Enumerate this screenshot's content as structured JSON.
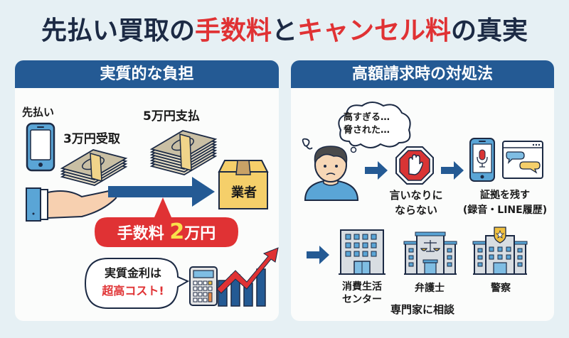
{
  "title": {
    "part1": "先払い買取の",
    "part2": "手数料",
    "part3": "と",
    "part4": "キャンセル料",
    "part5": "の真実"
  },
  "left_panel": {
    "header": "実質的な負担",
    "prepay_label": "先払い",
    "received_label": "3万円受取",
    "paid_label": "5万円支払",
    "vendor_label": "業者",
    "fee_bubble": {
      "prefix": "手数料",
      "amount": "2",
      "unit": "万円"
    },
    "interest_bubble": {
      "line1": "実質金利は",
      "line2": "超高コスト!"
    }
  },
  "right_panel": {
    "header": "高額請求時の対処法",
    "thought_bubble": {
      "line1": "高すぎる…",
      "line2": "脅された…"
    },
    "step1": {
      "line1": "言いなりに",
      "line2": "ならない"
    },
    "step2": {
      "line1": "証拠を残す",
      "line2": "(録音・LINE履歴)"
    },
    "experts": [
      {
        "line1": "消費生活",
        "line2": "センター",
        "icon": "building-icon"
      },
      {
        "line1": "弁護士",
        "line2": "",
        "icon": "courthouse-icon"
      },
      {
        "line1": "警察",
        "line2": "",
        "icon": "police-station-icon"
      }
    ],
    "consult_label": "専門家に相談"
  },
  "colors": {
    "background": "#e6f0f4",
    "header_blue": "#245a94",
    "title_navy": "#1c2a44",
    "accent_red": "#e03234",
    "fee_yellow": "#f9e04b",
    "box_yellow": "#f5cf6a",
    "panel_bg": "#fbfcfb"
  }
}
